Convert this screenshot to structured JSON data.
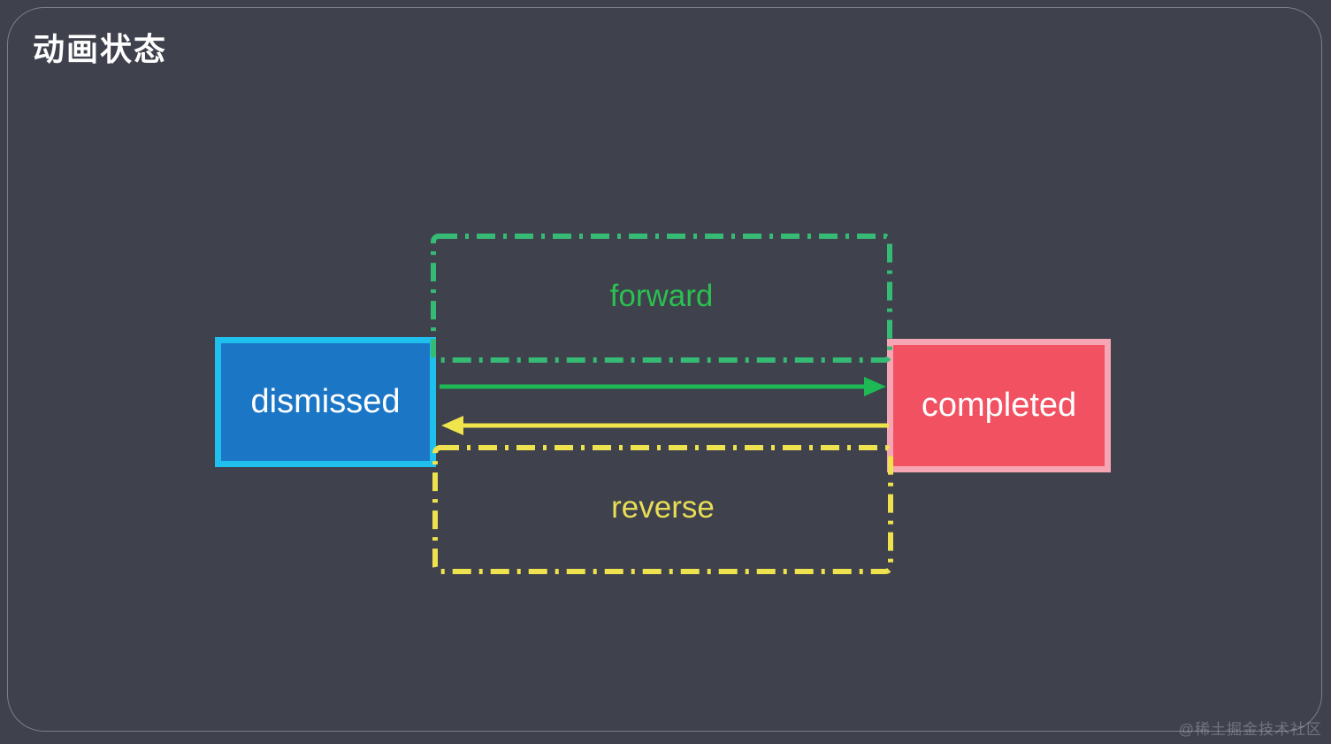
{
  "title": "动画状态",
  "watermark": "@稀土掘金技术社区",
  "diagram": {
    "states": [
      {
        "id": "dismissed",
        "label": "dismissed",
        "fill": "#1b76c6",
        "border": "#1fc0ee",
        "text_color": "#ffffff"
      },
      {
        "id": "completed",
        "label": "completed",
        "fill": "#f25162",
        "border": "#f5a5b4",
        "text_color": "#ffffff"
      }
    ],
    "transitions": [
      {
        "id": "forward",
        "label": "forward",
        "from": "dismissed",
        "to": "completed",
        "label_color": "#2ac14f",
        "box_color": "#35bb74",
        "arrow_color": "#1eb955"
      },
      {
        "id": "reverse",
        "label": "reverse",
        "from": "completed",
        "to": "dismissed",
        "label_color": "#e8de55",
        "box_color": "#eee24f",
        "arrow_color": "#f0e44c"
      }
    ]
  },
  "colors": {
    "background": "#3f414d",
    "panel_border": "rgba(198,204,216,0.45)",
    "title_text": "#ffffff"
  }
}
